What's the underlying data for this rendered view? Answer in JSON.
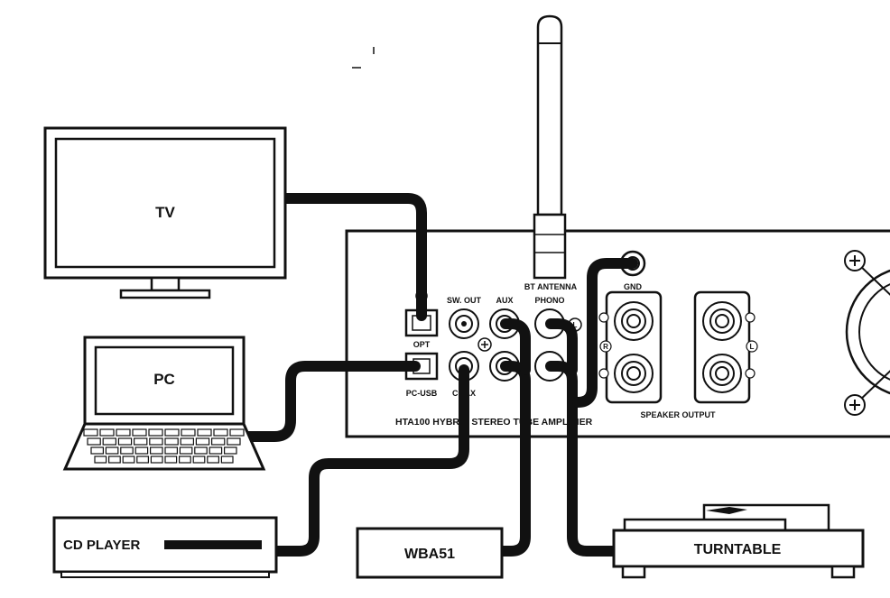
{
  "devices": {
    "tv": "TV",
    "pc": "PC",
    "cd_player": "CD PLAYER",
    "wba51": "WBA51",
    "turntable": "TURNTABLE"
  },
  "amplifier": {
    "model_line": "HTA100  HYBRID STEREO TUBE AMPLIFIER",
    "antenna": "BT ANTENNA",
    "gnd": "GND",
    "sw_out": "SW. OUT",
    "aux": "AUX",
    "phono": "PHONO",
    "opt": "OPT",
    "pc_usb": "PC-USB",
    "coax": "COAX",
    "speaker_output": "SPEAKER OUTPUT",
    "ch_left": "L",
    "ch_right": "R"
  }
}
